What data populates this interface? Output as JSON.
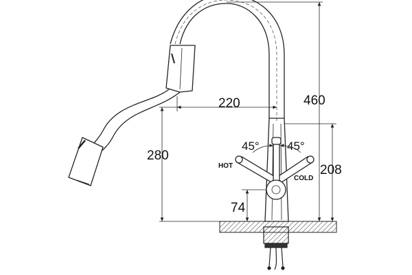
{
  "dimensions": {
    "height_total": "460",
    "spout_reach": "220",
    "pullout_height": "280",
    "body_height": "208",
    "base_height": "74"
  },
  "handle": {
    "hot_label": "HOT",
    "cold_label": "COLD",
    "hot_angle": "45°",
    "cold_angle": "45°"
  },
  "colors": {
    "line": "#222222",
    "ink": "#111111",
    "hatch": "#555555"
  }
}
